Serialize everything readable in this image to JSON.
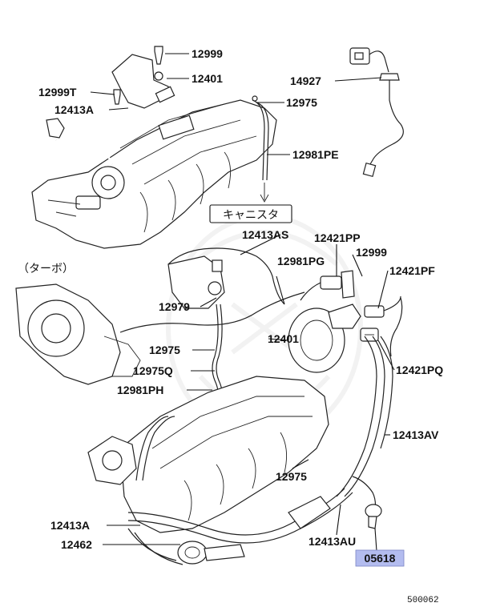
{
  "labels": {
    "l12999a": "12999",
    "l12401a": "12401",
    "l12999t": "12999T",
    "l12413a_top": "12413A",
    "l12975a": "12975",
    "l14927": "14927",
    "l12981pe": "12981PE",
    "canister": "キャニスタ",
    "l12413as": "12413AS",
    "l12421pp": "12421PP",
    "l12999b": "12999",
    "turbo": "（ターボ）",
    "l12981pg": "12981PG",
    "l12421pf": "12421PF",
    "l12979": "12979",
    "l12401b": "12401",
    "l12975b": "12975",
    "l12421pq": "12421PQ",
    "l12975q": "12975Q",
    "l12981ph": "12981PH",
    "l12413av": "12413AV",
    "l12975c": "12975",
    "l12413a_bottom": "12413A",
    "l12413au": "12413AU",
    "l12462": "12462",
    "l05618": "05618",
    "diagram_id": "500062"
  },
  "colors": {
    "highlight": "#b3bcef",
    "ink": "#111111"
  }
}
